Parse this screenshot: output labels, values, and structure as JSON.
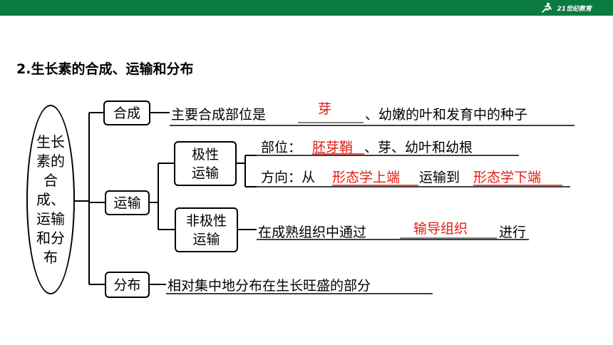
{
  "header": {
    "logo_text": "21世纪教育",
    "accent_color": "#0a7a41"
  },
  "slide": {
    "title": "2.生长素的合成、运输和分布",
    "root": "生长素的合成、运输和分布",
    "nodes": {
      "synthesis": "合成",
      "transport": "运输",
      "distribution": "分布",
      "polar": "极性运输",
      "nonpolar": "非极性运输"
    },
    "synthesis_line": {
      "prefix": "主要合成部位是",
      "answer": "芽",
      "suffix": "、幼嫩的叶和发育中的种子"
    },
    "polar_site": {
      "prefix": "部位：",
      "answer": "胚芽鞘",
      "suffix": "、芽、幼叶和幼根"
    },
    "polar_direction": {
      "prefix": "方向：从",
      "answer1": "形态学上端",
      "middle": "运输到",
      "answer2": "形态学下端"
    },
    "nonpolar_line": {
      "prefix": "在成熟组织中通过",
      "answer": "输导组织",
      "suffix": "进行"
    },
    "distribution_line": "相对集中地分布在生长旺盛的部分",
    "answer_color": "#e31b12"
  }
}
